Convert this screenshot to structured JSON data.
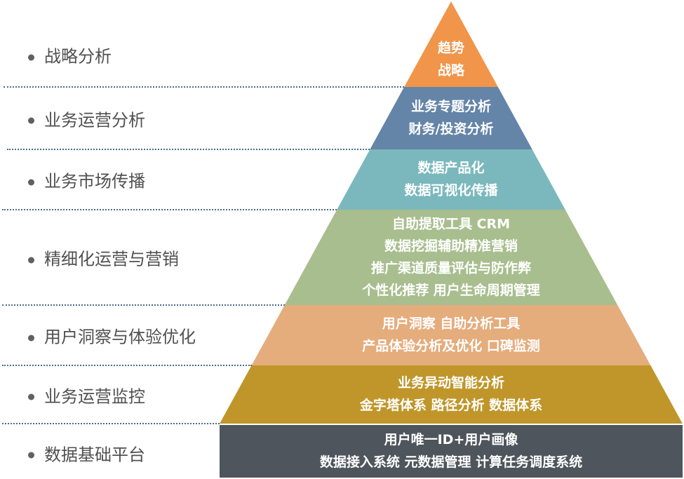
{
  "layers": [
    {
      "label": "战略分析",
      "lines": [
        "趋势",
        "战略"
      ],
      "color": "#F0954A"
    },
    {
      "label": "业务运营分析",
      "lines": [
        "业务专题分析",
        "财务/投资分析"
      ],
      "color": "#6484A8"
    },
    {
      "label": "业务市场传播",
      "lines": [
        "数据产品化",
        "数据可视化传播"
      ],
      "color": "#7BB8BD"
    },
    {
      "label": "精细化运营与营销",
      "lines": [
        "自助提取工具 CRM",
        "数据挖掘辅助精准营销",
        "推广渠道质量评估与防作弊",
        "个性化推荐  用户生命周期管理"
      ],
      "color": "#A8BE8E"
    },
    {
      "label": "用户洞察与体验优化",
      "lines": [
        "用户洞察  自助分析工具",
        "产品体验分析及优化  口碑监测"
      ],
      "color": "#E5AC7C"
    },
    {
      "label": "业务运营监控",
      "lines": [
        "业务异动智能分析",
        "金字塔体系  路径分析  数据体系"
      ],
      "color": "#C0962A"
    },
    {
      "label": "数据基础平台",
      "lines": [
        "用户唯一ID+用户画像",
        "数据接入系统  元数据管理  计算任务调度系统"
      ],
      "color": "#4E555C"
    }
  ]
}
